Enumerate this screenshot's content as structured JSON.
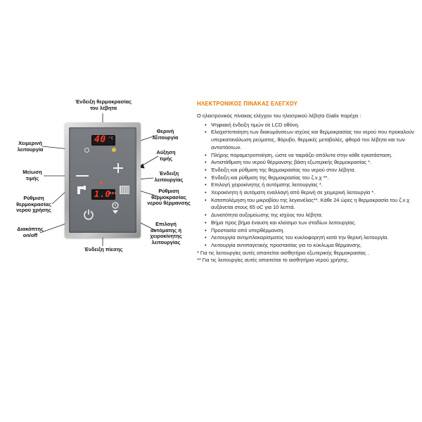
{
  "diagram": {
    "callouts": {
      "temp_display": [
        "Ένδειξη θερμοκρασίας",
        "του λέβητα"
      ],
      "winter_mode": [
        "Χειμερινή",
        "λειτουργία"
      ],
      "summer_mode": [
        "Θερινή",
        "λειτουργία"
      ],
      "increase_value": [
        "Αύξηση",
        "τιμής"
      ],
      "decrease_value": [
        "Μείωση",
        "τιμής"
      ],
      "operation_indicator": [
        "Ένδειξη",
        "λειτουργίας"
      ],
      "dhw_temp": [
        "Ρύθμιση",
        "θερμοκρασίας",
        "νερού χρήσης"
      ],
      "heating_water_temp": [
        "Ρύθμιση",
        "θερμοκρασίας",
        "νερού θέρμανσης"
      ],
      "on_off_switch": [
        "Διακόπτης",
        "on/off"
      ],
      "auto_manual": [
        "Επιλογή",
        "αυτόματης ή",
        "χειροκίνητης",
        "λειτουργίας"
      ],
      "pressure_display": [
        "Ένδειξη πίεσης"
      ]
    },
    "panel": {
      "temp_value": "40",
      "temp_unit": "°C",
      "pressure_value": "1.0",
      "pressure_unit": "bar"
    }
  },
  "text": {
    "heading": "ΗΛΕΚΤΡΟΝΙΚΟΣ ΠΙΝΑΚΑΣ ΕΛΕΓΧΟΥ",
    "intro": "Ο ηλεκτρονικός πίνακας ελέγχου του ηλεκτρικού λέβητα Gialix παρέχει :",
    "features": [
      "Ψηφιακή ένδειξη τιμών σε LCD οθόνη.",
      "Ελαχιστοποίηση των διακυμάνσεων ισχύος και θερμοκρασίας του νερού που προκαλούν υπερκατανάλωση ρεύματος, θόρυβο, θερμικές μεταβολές, φθορά του λέβητα και των αντιστάσεων.",
      "Πλήρης παραμετροποίηση, ώστε να ταιριάζει απόλυτα στην κάθε εγκατάσταση.",
      "Αντιστάθμιση του νερού θέρμανσης βάση εξωτερικής θερμοκρασίας *.",
      "Ένδειξη και ρύθμιση της θερμοκρασίας του νερού στον λέβητα.",
      "Ένδειξη και ρύθμιση της θερμοκρασίας του ζ.ν.χ **.",
      "Επιλογή χειροκίνητης ή αυτόματης λειτουργίας *.",
      "Χειροκίνητη ή αυτόματη εναλλαγή από θερινή σε χειμερινή λειτουργία *.",
      "Καταπολέμηση του μικροβίου της λεγιονέλας**. Κάθε 24 ώρες η θερμοκρασία του ζ.ν.χ αυξάνεται στους 65 oC για 10 λεπτά.",
      "Δυνατότητα αυξομείωσης της ισχύος του λέβητα.",
      "Βήμα προς βήμα έναυση και κλείσιμο των σταδίων λειτουργίας.",
      "Προστασία από υπερθέρμανση.",
      "Λειτουργία αντιμπλοκαρίσματος του κυκλοφορητή κατά την θερινή λειτουργία.",
      "Λειτουργία αντιπαγετικής προστασίας για το κύκλωμα θέρμανσης."
    ],
    "notes": [
      "* Για τις λειτουργίες αυτές απαιτείται αισθητήριο εξωτερικής θερμοκρασίας .",
      "** Για τις λειτουργίες αυτές απαιτείται το αισθητήριο νερού χρήσης."
    ]
  }
}
